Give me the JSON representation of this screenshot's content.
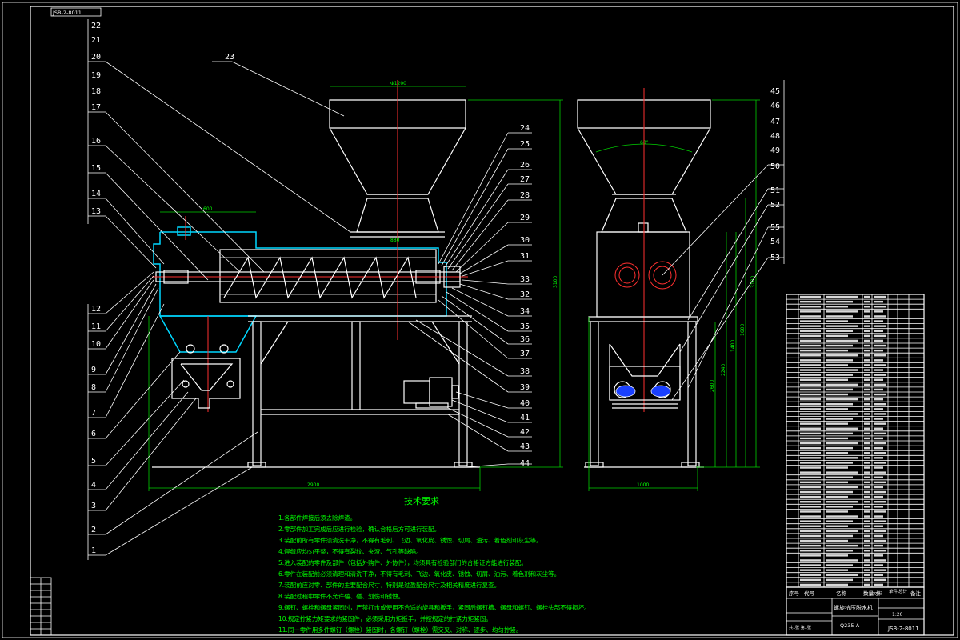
{
  "drawing_code_tag": "JSB-2-8011",
  "drawing_number": "JSB-2-8011",
  "view_angle": "60°",
  "dimensions": {
    "front_top_width": "Φ1200",
    "front_motor_span": "600",
    "front_body": "880",
    "front_overall_width": "2900",
    "front_height": "3100",
    "side_overall_width": "1000",
    "side_heights": [
      "2600",
      "2240",
      "1400",
      "1600",
      "1200",
      "3100"
    ]
  },
  "balloon_numbers": {
    "left_upper": [
      "22",
      "21",
      "20",
      "19",
      "18",
      "17",
      "16",
      "15",
      "14",
      "13"
    ],
    "left_lower": [
      "12",
      "11",
      "10",
      "9",
      "8",
      "7",
      "6",
      "5",
      "4",
      "3",
      "2",
      "1"
    ],
    "top": "23",
    "mid": [
      "24",
      "25",
      "26",
      "27",
      "28",
      "29",
      "30",
      "31",
      "33",
      "32",
      "34",
      "35",
      "36",
      "37",
      "38",
      "39",
      "40",
      "41",
      "42",
      "43",
      "44"
    ],
    "right": [
      "45",
      "46",
      "47",
      "48",
      "49",
      "50",
      "51",
      "52",
      "55",
      "54",
      "53"
    ]
  },
  "tech_requirements": {
    "title": "技术要求",
    "items": [
      "1.各部件焊接后须去除焊渣。",
      "2.零部件加工完成后应进行检验，确认合格后方可进行装配。",
      "3.装配前所有零件须清洗干净，不得有毛刺、飞边、氧化皮、锈蚀、切屑、油污、着色剂和灰尘等。",
      "4.焊缝应均匀平整，不得有裂纹、夹渣、气孔等缺陷。",
      "5.进入装配的零件及部件（包括外购件、外协件），均须具有检验部门的合格证方能进行装配。",
      "6.零件在装配前必须清理和清洗干净，不得有毛刺、飞边、氧化皮、锈蚀、切屑、油污、着色剂和灰尘等。",
      "7.装配前应对零、部件的主要配合尺寸，特别是过盈配合尺寸及相关精度进行复查。",
      "8.装配过程中零件不允许磕、碰、划伤和锈蚀。",
      "9.螺钉、螺栓和螺母紧固时，严禁打击或使用不合适的旋具和扳手，紧固后螺钉槽、螺母和螺钉、螺栓头部不得损坏。",
      "10.规定拧紧力矩要求的紧固件，必须采用力矩扳手，并按规定的拧紧力矩紧固。",
      "11.同一零件用多件螺钉（螺栓）紧固时，各螺钉（螺栓）需交叉、对称、逐步、均匀拧紧。"
    ]
  },
  "title_block": {
    "product_name": "螺旋挤压脱水机",
    "material": "Q235-A",
    "header_cols": [
      "序号",
      "代号",
      "名称",
      "数量",
      "材料",
      "单件",
      "总计",
      "备注"
    ],
    "scale": "1:20",
    "sheet": "共1张 第1张"
  },
  "parts_rows": 60
}
